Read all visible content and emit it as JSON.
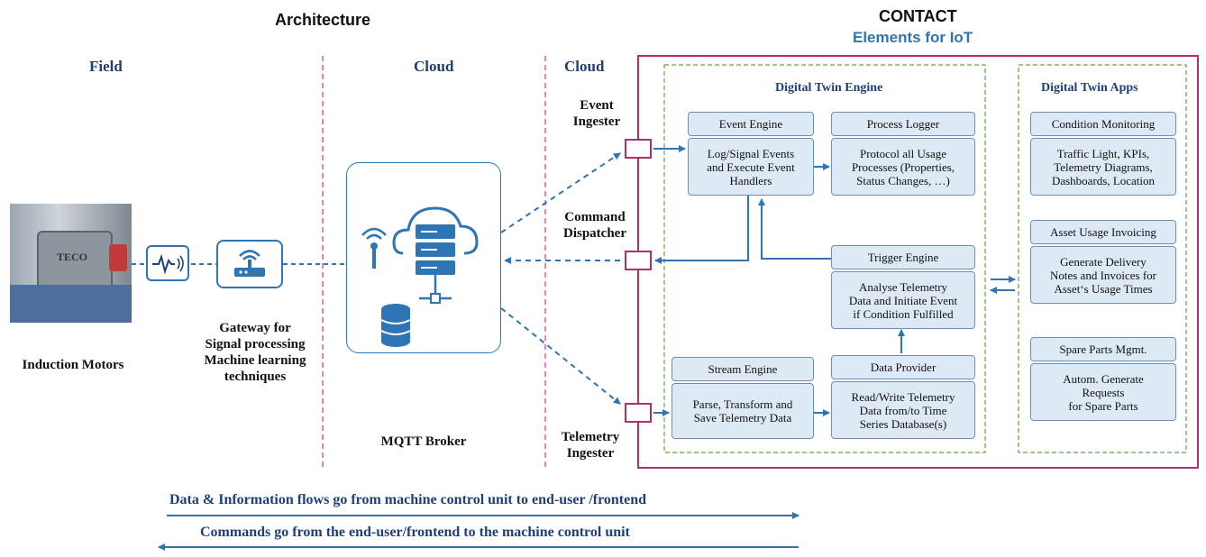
{
  "titles": {
    "architecture": "Architecture",
    "contact": "CONTACT",
    "elements": "Elements for IoT"
  },
  "sections": {
    "field": "Field",
    "cloud1": "Cloud",
    "cloud2": "Cloud"
  },
  "field": {
    "motors_label": "Induction Motors",
    "motor_brand": "TECO",
    "gateway_label": [
      "Gateway for",
      "Signal processing",
      "Machine learning",
      "techniques"
    ]
  },
  "broker": {
    "label": "MQTT Broker"
  },
  "ports": {
    "event": [
      "Event",
      "Ingester"
    ],
    "command": [
      "Command",
      "Dispatcher"
    ],
    "telemetry": [
      "Telemetry",
      "Ingester"
    ]
  },
  "engine": {
    "title": "Digital Twin Engine",
    "event_engine": {
      "head": "Event Engine",
      "body": [
        "Log/Signal Events",
        "and Execute Event",
        "Handlers"
      ]
    },
    "process_logger": {
      "head": "Process Logger",
      "body": [
        "Protocol all Usage",
        "Processes (Properties,",
        "Status Changes, …)"
      ]
    },
    "trigger_engine": {
      "head": "Trigger Engine",
      "body": [
        "Analyse Telemetry",
        "Data and Initiate Event",
        "if Condition Fulfilled"
      ]
    },
    "stream_engine": {
      "head": "Stream Engine",
      "body": [
        "Parse, Transform and",
        "Save Telemetry Data"
      ]
    },
    "data_provider": {
      "head": "Data Provider",
      "body": [
        "Read/Write Telemetry",
        "Data from/to Time",
        "Series Database(s)"
      ]
    }
  },
  "apps": {
    "title": "Digital Twin Apps",
    "condition": {
      "head": "Condition Monitoring",
      "body": [
        "Traffic Light, KPIs,",
        "Telemetry Diagrams,",
        "Dashboards, Location"
      ]
    },
    "invoicing": {
      "head": "Asset Usage Invoicing",
      "body": [
        "Generate Delivery",
        "Notes and Invoices for",
        "Asset‘s Usage Times"
      ]
    },
    "spare": {
      "head": "Spare Parts Mgmt.",
      "body": [
        "Autom. Generate",
        "Requests",
        "for Spare Parts"
      ]
    }
  },
  "flows": {
    "data": "Data & Information flows go from machine control unit to end-user /frontend",
    "commands": "Commands go from the end-user/frontend to the machine control unit"
  },
  "colors": {
    "navy": "#1f3f7a",
    "contact_blue": "#2e75b6",
    "magenta": "#b0306e",
    "divider": "#e05a9a",
    "green_dash": "#5fa83c",
    "box_fill": "#dde9f5",
    "arrow_blue": "#2e75b6"
  }
}
